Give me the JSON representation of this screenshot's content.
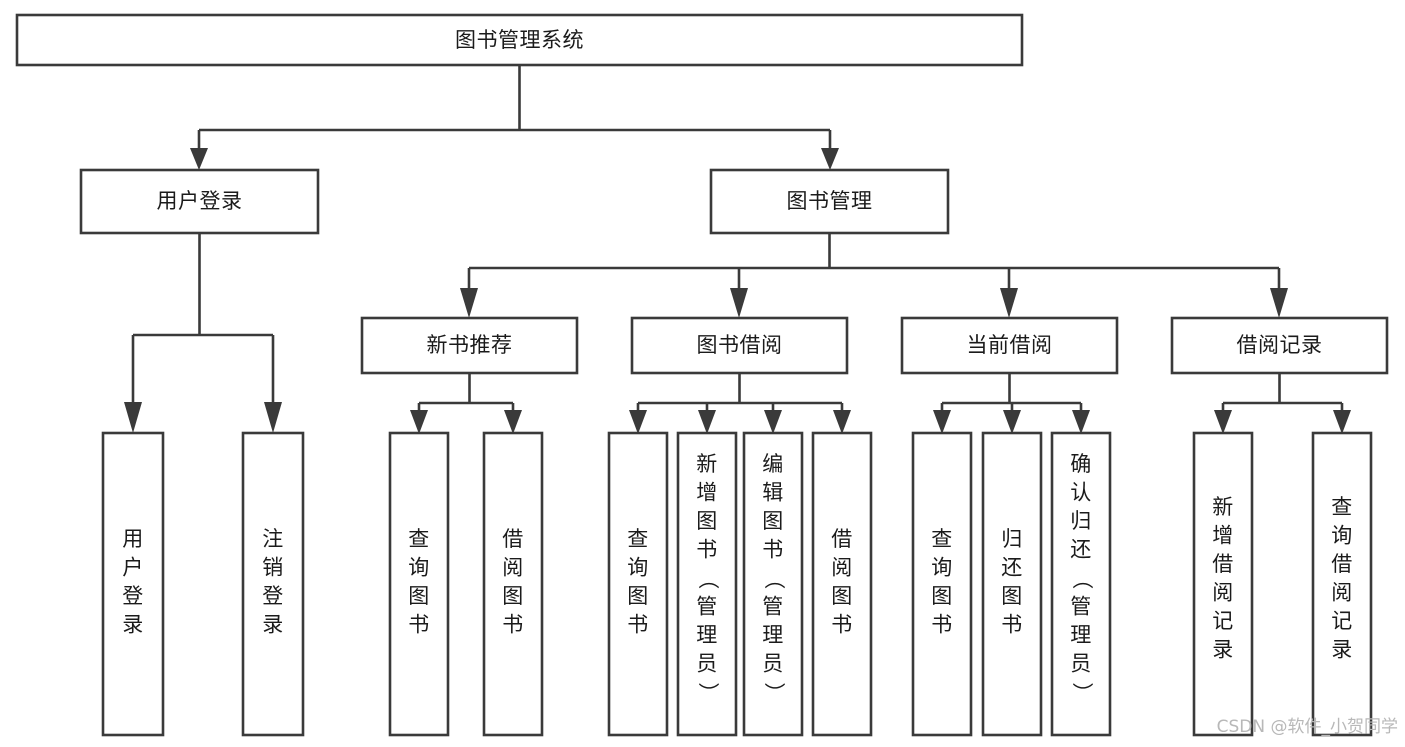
{
  "diagram": {
    "type": "tree-hierarchy",
    "title": "图书管理系统",
    "levels": 4,
    "orientation": "top-down",
    "colors": {
      "box_stroke": "#3a3a3a",
      "box_fill": "#ffffff",
      "text": "#1b1b1b",
      "background": "#ffffff",
      "watermark": "#b8b8b8"
    },
    "nodes": {
      "root": {
        "label": "图书管理系统",
        "text_orientation": "horizontal"
      },
      "level2": [
        {
          "label": "用户登录",
          "text_orientation": "horizontal"
        },
        {
          "label": "图书管理",
          "text_orientation": "horizontal"
        }
      ],
      "level3": [
        {
          "label": "新书推荐",
          "text_orientation": "horizontal"
        },
        {
          "label": "图书借阅",
          "text_orientation": "horizontal"
        },
        {
          "label": "当前借阅",
          "text_orientation": "horizontal"
        },
        {
          "label": "借阅记录",
          "text_orientation": "horizontal"
        }
      ],
      "leaves_user_login": [
        {
          "label": "用户登录",
          "text_orientation": "vertical"
        },
        {
          "label": "注销登录",
          "text_orientation": "vertical"
        }
      ],
      "leaves_new_books": [
        {
          "label": "查询图书",
          "text_orientation": "vertical"
        },
        {
          "label": "借阅图书",
          "text_orientation": "vertical"
        }
      ],
      "leaves_borrow": [
        {
          "label": "查询图书",
          "text_orientation": "vertical"
        },
        {
          "label": "新增图书（管理员）",
          "text_orientation": "vertical"
        },
        {
          "label": "编辑图书（管理员）",
          "text_orientation": "vertical"
        },
        {
          "label": "借阅图书",
          "text_orientation": "vertical"
        }
      ],
      "leaves_current": [
        {
          "label": "查询图书",
          "text_orientation": "vertical"
        },
        {
          "label": "归还图书",
          "text_orientation": "vertical"
        },
        {
          "label": "确认归还（管理员）",
          "text_orientation": "vertical"
        }
      ],
      "leaves_records": [
        {
          "label": "新增借阅记录",
          "text_orientation": "vertical"
        },
        {
          "label": "查询借阅记录",
          "text_orientation": "vertical"
        }
      ]
    }
  },
  "watermark": {
    "text": "CSDN @软件_小贺同学"
  }
}
